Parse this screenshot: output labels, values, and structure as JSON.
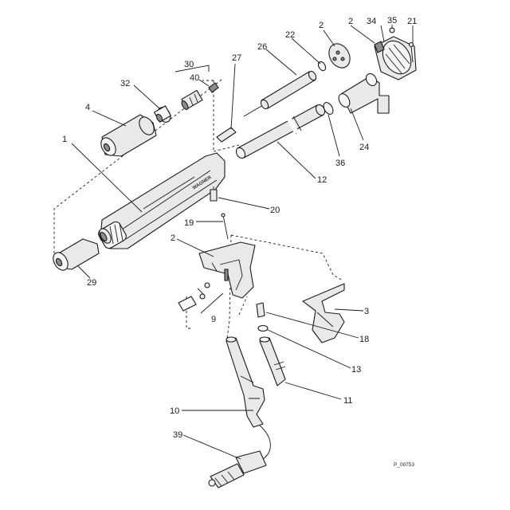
{
  "diagram": {
    "brand_text": "WAGNER",
    "reference_code": "P_00753",
    "callouts": {
      "c1": "1",
      "c2a": "2",
      "c2b": "2",
      "c2c": "2",
      "c3": "3",
      "c4": "4",
      "c9": "9",
      "c10": "10",
      "c11": "11",
      "c12": "12",
      "c13": "13",
      "c18": "18",
      "c19": "19",
      "c20": "20",
      "c21": "21",
      "c22": "22",
      "c24": "24",
      "c26": "26",
      "c27": "27",
      "c29": "29",
      "c30": "30",
      "c32": "32",
      "c34": "34",
      "c35": "35",
      "c36": "36",
      "c39": "39",
      "c40": "40"
    }
  }
}
